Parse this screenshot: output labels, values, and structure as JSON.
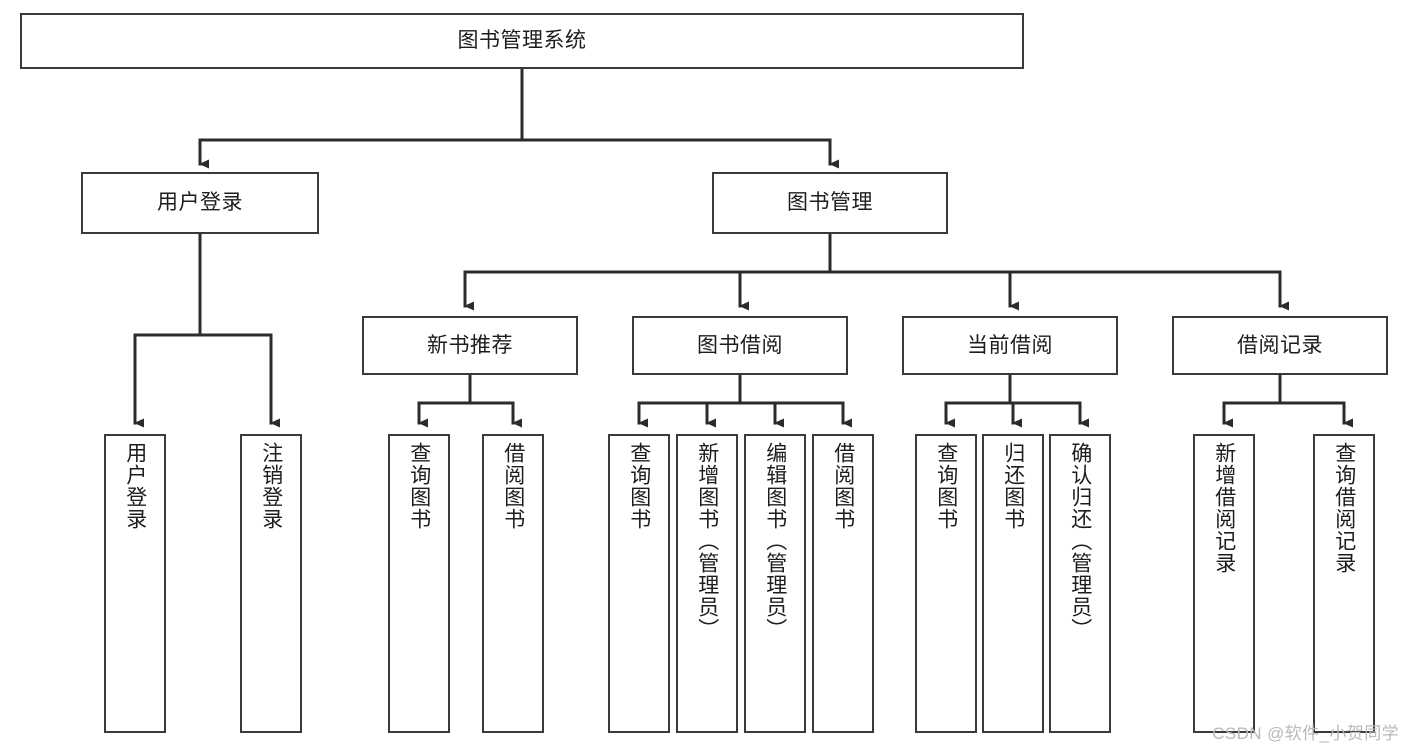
{
  "diagram": {
    "title": "图书管理系统",
    "type": "tree",
    "watermark": "CSDN @软件_小贺同学",
    "colors": {
      "box_border": "#3a3a3a",
      "box_fill": "#ffffff",
      "edge": "#2b2b2b",
      "text": "#1d1d1d",
      "watermark": "#b9b9b9",
      "background": "#ffffff"
    },
    "levels": {
      "root": {
        "label": "图书管理系统"
      },
      "level2": [
        {
          "label": "用户登录"
        },
        {
          "label": "图书管理"
        }
      ],
      "level3": [
        {
          "label": "新书推荐"
        },
        {
          "label": "图书借阅"
        },
        {
          "label": "当前借阅"
        },
        {
          "label": "借阅记录"
        }
      ],
      "leaves": {
        "user_login": [
          {
            "label": "用户登录"
          },
          {
            "label": "注销登录"
          }
        ],
        "new_book": [
          {
            "label": "查询图书"
          },
          {
            "label": "借阅图书"
          }
        ],
        "book_borrow": [
          {
            "label": "查询图书"
          },
          {
            "label": "新增图书（管理员）"
          },
          {
            "label": "编辑图书（管理员）"
          },
          {
            "label": "借阅图书"
          }
        ],
        "current_borrow": [
          {
            "label": "查询图书"
          },
          {
            "label": "归还图书"
          },
          {
            "label": "确认归还（管理员）"
          }
        ],
        "borrow_record": [
          {
            "label": "新增借阅记录"
          },
          {
            "label": "查询借阅记录"
          }
        ]
      }
    }
  }
}
